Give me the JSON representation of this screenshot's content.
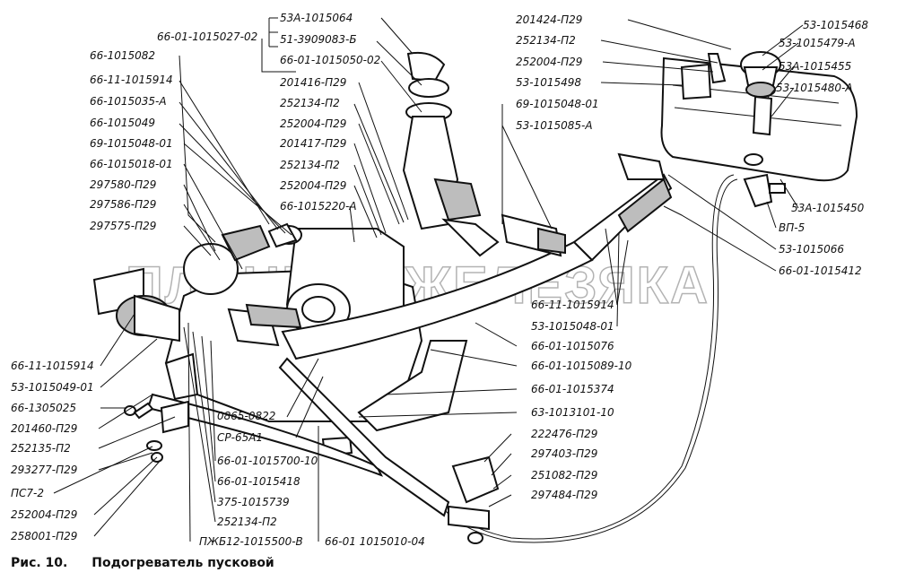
{
  "figure": {
    "number": "Рис. 10.",
    "title": "Подогреватель пусковой",
    "watermark": "ПЛАНЕТА ЖЕЛЕЗЯКА"
  },
  "callouts": [
    {
      "id": "c1",
      "text": "66-01-1015027-02"
    },
    {
      "id": "c2",
      "text": "53А-1015064"
    },
    {
      "id": "c3",
      "text": "51-3909083-Б"
    },
    {
      "id": "c4",
      "text": "66-01-1015050-02"
    },
    {
      "id": "c5",
      "text": "66-1015082"
    },
    {
      "id": "c6",
      "text": "66-11-1015914"
    },
    {
      "id": "c7",
      "text": "66-1015035-А"
    },
    {
      "id": "c8",
      "text": "66-1015049"
    },
    {
      "id": "c9",
      "text": "69-1015048-01"
    },
    {
      "id": "c10",
      "text": "66-1015018-01"
    },
    {
      "id": "c11",
      "text": "297580-П29"
    },
    {
      "id": "c12",
      "text": "297586-П29"
    },
    {
      "id": "c13",
      "text": "297575-П29"
    },
    {
      "id": "c14",
      "text": "201416-П29"
    },
    {
      "id": "c15",
      "text": "252134-П2"
    },
    {
      "id": "c16",
      "text": "252004-П29"
    },
    {
      "id": "c17",
      "text": "201417-П29"
    },
    {
      "id": "c18",
      "text": "252134-П2"
    },
    {
      "id": "c19",
      "text": "252004-П29"
    },
    {
      "id": "c20",
      "text": "66-1015220-А"
    },
    {
      "id": "c21",
      "text": "201424-П29"
    },
    {
      "id": "c22",
      "text": "252134-П2"
    },
    {
      "id": "c23",
      "text": "252004-П29"
    },
    {
      "id": "c24",
      "text": "53-1015498"
    },
    {
      "id": "c25",
      "text": "69-1015048-01"
    },
    {
      "id": "c26",
      "text": "53-1015085-А"
    },
    {
      "id": "c27",
      "text": "53-1015468"
    },
    {
      "id": "c28",
      "text": "53-1015479-А"
    },
    {
      "id": "c29",
      "text": "53А-1015455"
    },
    {
      "id": "c30",
      "text": "53-1015480-А"
    },
    {
      "id": "c31",
      "text": "53А-1015450"
    },
    {
      "id": "c32",
      "text": "ВП-5"
    },
    {
      "id": "c33",
      "text": "53-1015066"
    },
    {
      "id": "c34",
      "text": "66-01-1015412"
    },
    {
      "id": "c35",
      "text": "66-11-1015914"
    },
    {
      "id": "c36",
      "text": "53-1015048-01"
    },
    {
      "id": "c37",
      "text": "66-01-1015076"
    },
    {
      "id": "c38",
      "text": "66-01-1015089-10"
    },
    {
      "id": "c39",
      "text": "66-01-1015374"
    },
    {
      "id": "c40",
      "text": "63-1013101-10"
    },
    {
      "id": "c41",
      "text": "222476-П29"
    },
    {
      "id": "c42",
      "text": "297403-П29"
    },
    {
      "id": "c43",
      "text": "251082-П29"
    },
    {
      "id": "c44",
      "text": "297484-П29"
    },
    {
      "id": "c45",
      "text": "66-11-1015914"
    },
    {
      "id": "c46",
      "text": "53-1015049-01"
    },
    {
      "id": "c47",
      "text": "66-1305025"
    },
    {
      "id": "c48",
      "text": "201460-П29"
    },
    {
      "id": "c49",
      "text": "252135-П2"
    },
    {
      "id": "c50",
      "text": "293277-П29"
    },
    {
      "id": "c51",
      "text": "ПС7-2"
    },
    {
      "id": "c52",
      "text": "252004-П29"
    },
    {
      "id": "c53",
      "text": "258001-П29"
    },
    {
      "id": "c54",
      "text": "0865-0822"
    },
    {
      "id": "c55",
      "text": "СР-65А1"
    },
    {
      "id": "c56",
      "text": "66-01-1015700-10"
    },
    {
      "id": "c57",
      "text": "66-01-1015418"
    },
    {
      "id": "c58",
      "text": "375-1015739"
    },
    {
      "id": "c59",
      "text": "252134-П2"
    },
    {
      "id": "c60",
      "text": "ПЖБ12-1015500-В"
    },
    {
      "id": "c61",
      "text": "66-01  1015010-04"
    }
  ]
}
